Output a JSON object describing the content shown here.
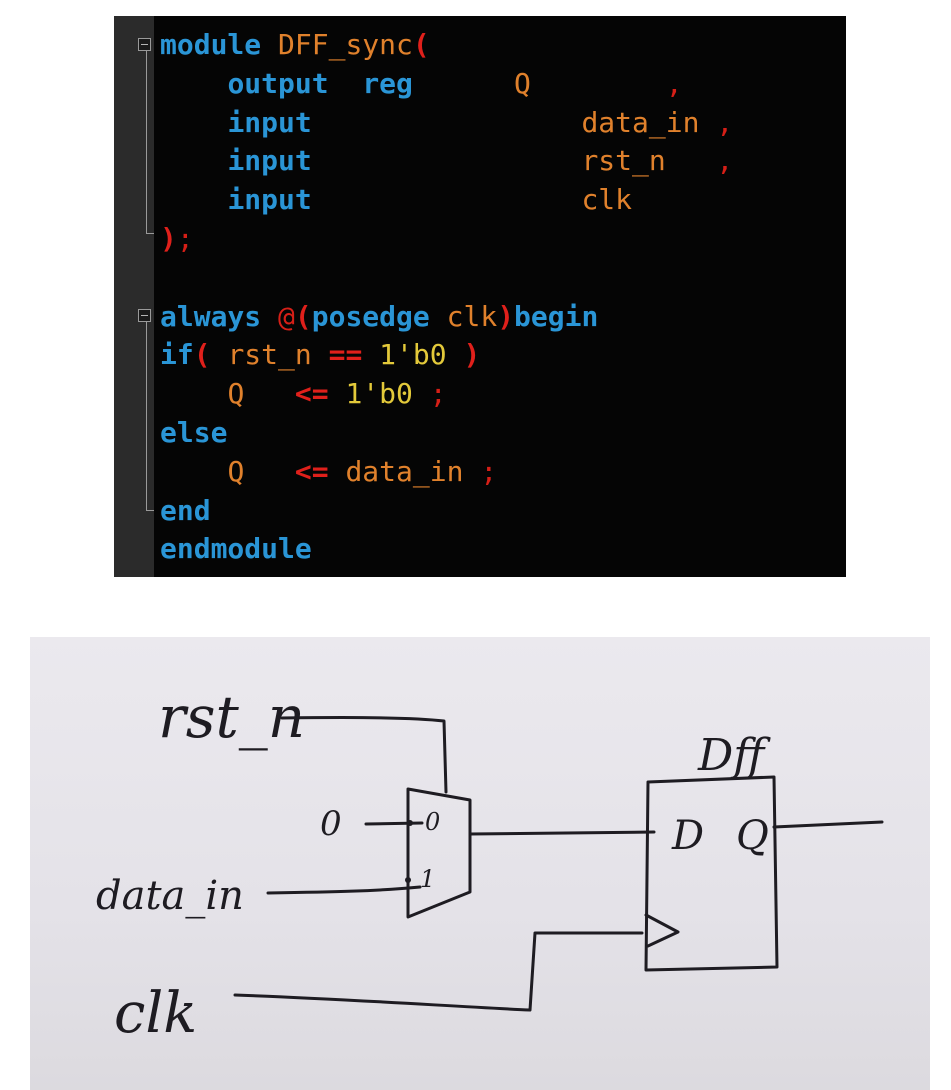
{
  "code": {
    "lines": [
      [
        {
          "t": "module",
          "c": "kw"
        },
        {
          "t": " "
        },
        {
          "t": "DFF_sync",
          "c": "id"
        },
        {
          "t": "(",
          "c": "par"
        }
      ],
      [
        {
          "t": "    "
        },
        {
          "t": "output",
          "c": "kw"
        },
        {
          "t": "  "
        },
        {
          "t": "reg",
          "c": "kw"
        },
        {
          "t": "      "
        },
        {
          "t": "Q",
          "c": "id"
        },
        {
          "t": "        "
        },
        {
          "t": ",",
          "c": "punc"
        }
      ],
      [
        {
          "t": "    "
        },
        {
          "t": "input",
          "c": "kw"
        },
        {
          "t": "                "
        },
        {
          "t": "data_in",
          "c": "id"
        },
        {
          "t": " "
        },
        {
          "t": ",",
          "c": "punc"
        }
      ],
      [
        {
          "t": "    "
        },
        {
          "t": "input",
          "c": "kw"
        },
        {
          "t": "                "
        },
        {
          "t": "rst_n",
          "c": "id"
        },
        {
          "t": "   "
        },
        {
          "t": ",",
          "c": "punc"
        }
      ],
      [
        {
          "t": "    "
        },
        {
          "t": "input",
          "c": "kw"
        },
        {
          "t": "                "
        },
        {
          "t": "clk",
          "c": "id"
        }
      ],
      [
        {
          "t": ")",
          "c": "par"
        },
        {
          "t": ";",
          "c": "punc"
        }
      ],
      [],
      [
        {
          "t": "always",
          "c": "kw"
        },
        {
          "t": " "
        },
        {
          "t": "@",
          "c": "punc"
        },
        {
          "t": "(",
          "c": "par"
        },
        {
          "t": "posedge",
          "c": "kw"
        },
        {
          "t": " "
        },
        {
          "t": "clk",
          "c": "id"
        },
        {
          "t": ")",
          "c": "par"
        },
        {
          "t": "begin",
          "c": "kw"
        }
      ],
      [
        {
          "t": "if",
          "c": "kw"
        },
        {
          "t": "(",
          "c": "par"
        },
        {
          "t": " "
        },
        {
          "t": "rst_n",
          "c": "id"
        },
        {
          "t": " "
        },
        {
          "t": "==",
          "c": "op"
        },
        {
          "t": " "
        },
        {
          "t": "1'b0",
          "c": "num"
        },
        {
          "t": " "
        },
        {
          "t": ")",
          "c": "par"
        }
      ],
      [
        {
          "t": "    "
        },
        {
          "t": "Q",
          "c": "id"
        },
        {
          "t": "   "
        },
        {
          "t": "<=",
          "c": "op"
        },
        {
          "t": " "
        },
        {
          "t": "1'b0",
          "c": "num"
        },
        {
          "t": " "
        },
        {
          "t": ";",
          "c": "punc"
        }
      ],
      [
        {
          "t": "else",
          "c": "kw"
        }
      ],
      [
        {
          "t": "    "
        },
        {
          "t": "Q",
          "c": "id"
        },
        {
          "t": "   "
        },
        {
          "t": "<=",
          "c": "op"
        },
        {
          "t": " "
        },
        {
          "t": "data_in",
          "c": "id"
        },
        {
          "t": " "
        },
        {
          "t": ";",
          "c": "punc"
        }
      ],
      [
        {
          "t": "end",
          "c": "kw"
        }
      ],
      [
        {
          "t": "endmodule",
          "c": "kw"
        }
      ]
    ]
  },
  "sketch": {
    "labels": {
      "rst": "rst_n",
      "zero": "0",
      "data": "data_in",
      "clk": "clk",
      "dff": "Dff",
      "mux_in0": "0",
      "mux_in1": "1",
      "d_pin": "D",
      "q_pin": "Q"
    }
  }
}
